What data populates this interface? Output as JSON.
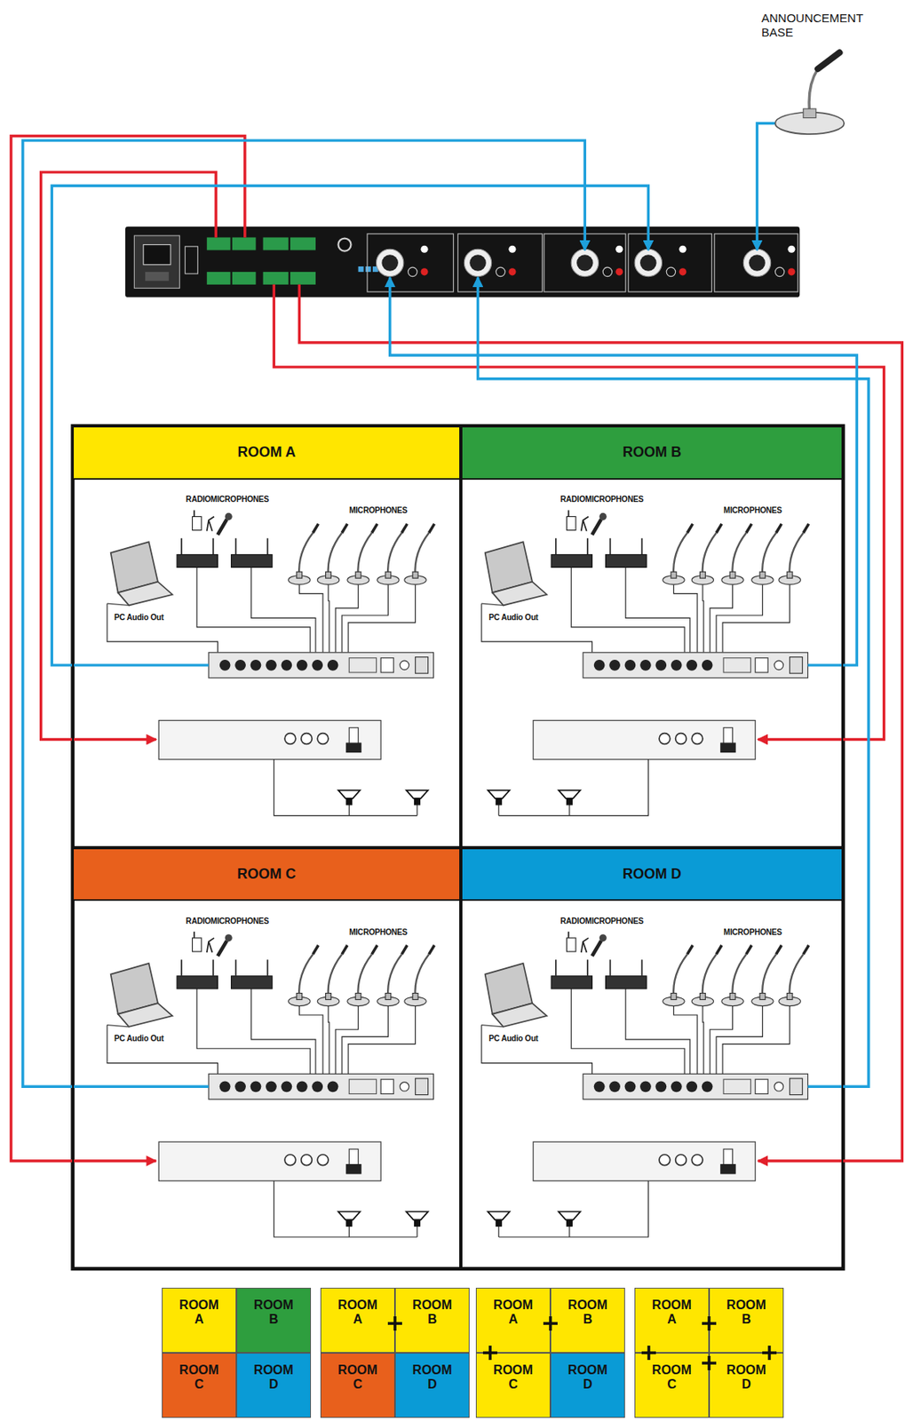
{
  "diagram": {
    "nodes": [
      {
        "text": [
          "ROOM A"
        ]
      },
      {
        "text": [
          "ROOM B"
        ]
      },
      {
        "text": [
          "ROOM C"
        ]
      },
      {
        "text": [
          "ROOM D"
        ]
      },
      {
        "text": [
          "ROOM A"
        ]
      },
      {
        "text": [
          "ROOM B"
        ]
      },
      {
        "text": [
          "ROOM C"
        ]
      },
      {
        "text": [
          "ROOM D"
        ]
      },
      {
        "text": [
          "ROOM A"
        ]
      },
      {
        "text": [
          "ROOM B"
        ]
      },
      {
        "text": [
          "ROOM C"
        ]
      },
      {
        "text": [
          "ROOM D"
        ]
      },
      {
        "text": [
          "ROOM A"
        ]
      },
      {
        "text": [
          "ROOM B"
        ]
      },
      {
        "text": [
          "ROOM C"
        ]
      },
      {
        "text": [
          "ROOM D"
        ]
      },
      {
        "text": [
          "ROOM A"
        ]
      },
      {
        "text": [
          "ROOM B"
        ]
      },
      {
        "text": [
          "ROOM C"
        ]
      },
      {
        "text": [
          "ROOM D"
        ]
      }
    ],
    "labels": [
      "ANNOUNCEMENT BASE",
      "RADIOMICROPHONES",
      "MICROPHONES",
      "PC Audio Out",
      "RADIOMICROPHONES",
      "MICROPHONES",
      "PC Audio Out",
      "RADIOMICROPHONES",
      "MICROPHONES",
      "PC Audio Out",
      "RADIOMICROPHONES",
      "MICROPHONES",
      "PC Audio Out"
    ]
  }
}
